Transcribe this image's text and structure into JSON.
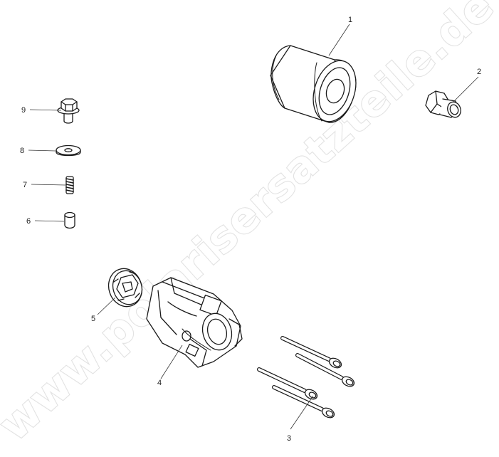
{
  "diagram": {
    "watermark": "www.polarisersatzteile.de",
    "callouts": [
      "1",
      "2",
      "3",
      "4",
      "5",
      "6",
      "7",
      "8",
      "9"
    ],
    "parts": [
      {
        "id": "1",
        "icon": "oil-filter-icon"
      },
      {
        "id": "2",
        "icon": "hex-fitting-icon"
      },
      {
        "id": "3",
        "icon": "bolts-icon"
      },
      {
        "id": "4",
        "icon": "oil-pump-housing-icon"
      },
      {
        "id": "5",
        "icon": "pump-rotor-icon"
      },
      {
        "id": "6",
        "icon": "dowel-pin-icon"
      },
      {
        "id": "7",
        "icon": "set-screw-icon"
      },
      {
        "id": "8",
        "icon": "washer-icon"
      },
      {
        "id": "9",
        "icon": "flange-bolt-icon"
      }
    ]
  }
}
